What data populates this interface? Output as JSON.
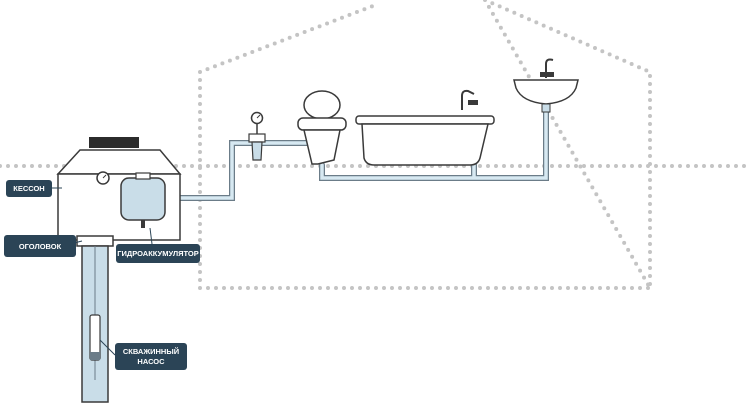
{
  "labels": {
    "caisson": "КЕССОН",
    "wellhead": "ОГОЛОВОК",
    "accumulator": "ГИДРОАККУМУЛЯТОР",
    "pump_line1": "СКВАЖИННЫЙ",
    "pump_line2": "НАСОС"
  },
  "colors": {
    "label_bg": "#2b4456",
    "pipe": "#a9c8d8",
    "line": "#3a3a3a",
    "dots": "#bdbdbd"
  }
}
